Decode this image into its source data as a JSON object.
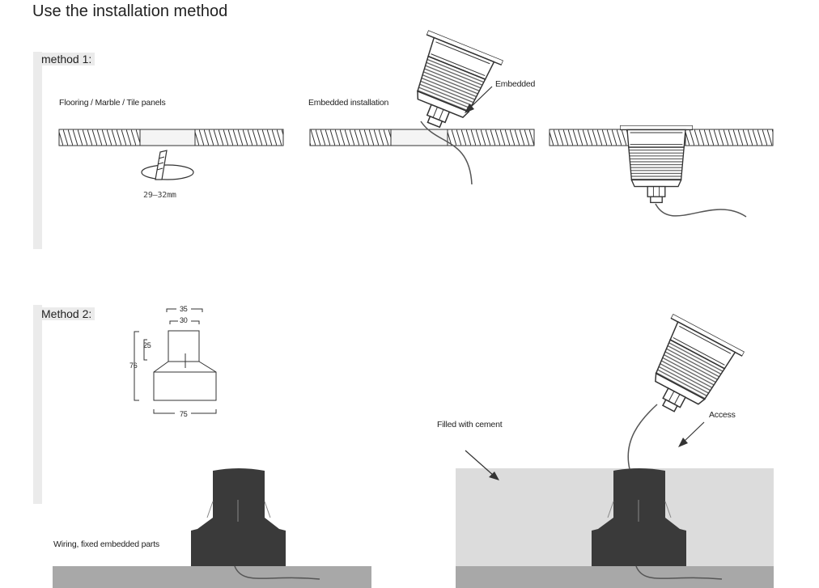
{
  "page": {
    "title": "Use the installation method"
  },
  "method1": {
    "label": "method 1:",
    "caption_flooring": "Flooring / Marble / Tile panels",
    "hole_size": "29‒32mm",
    "caption_embedded_installation": "Embedded installation",
    "arrow_embedded": "Embedded"
  },
  "method2": {
    "label": "Method 2:",
    "dims": {
      "d35": "35",
      "d30": "30",
      "d25": "25",
      "d76": "76",
      "d75": "75"
    },
    "caption_wiring": "Wiring, fixed embedded parts",
    "caption_cement": "Filled with cement",
    "arrow_access": "Access"
  },
  "colors": {
    "housing_dark": "#3a3a3a",
    "cement": "#dcdcdc",
    "ground": "#a8a8a8",
    "side_bar": "#ebebeb"
  }
}
